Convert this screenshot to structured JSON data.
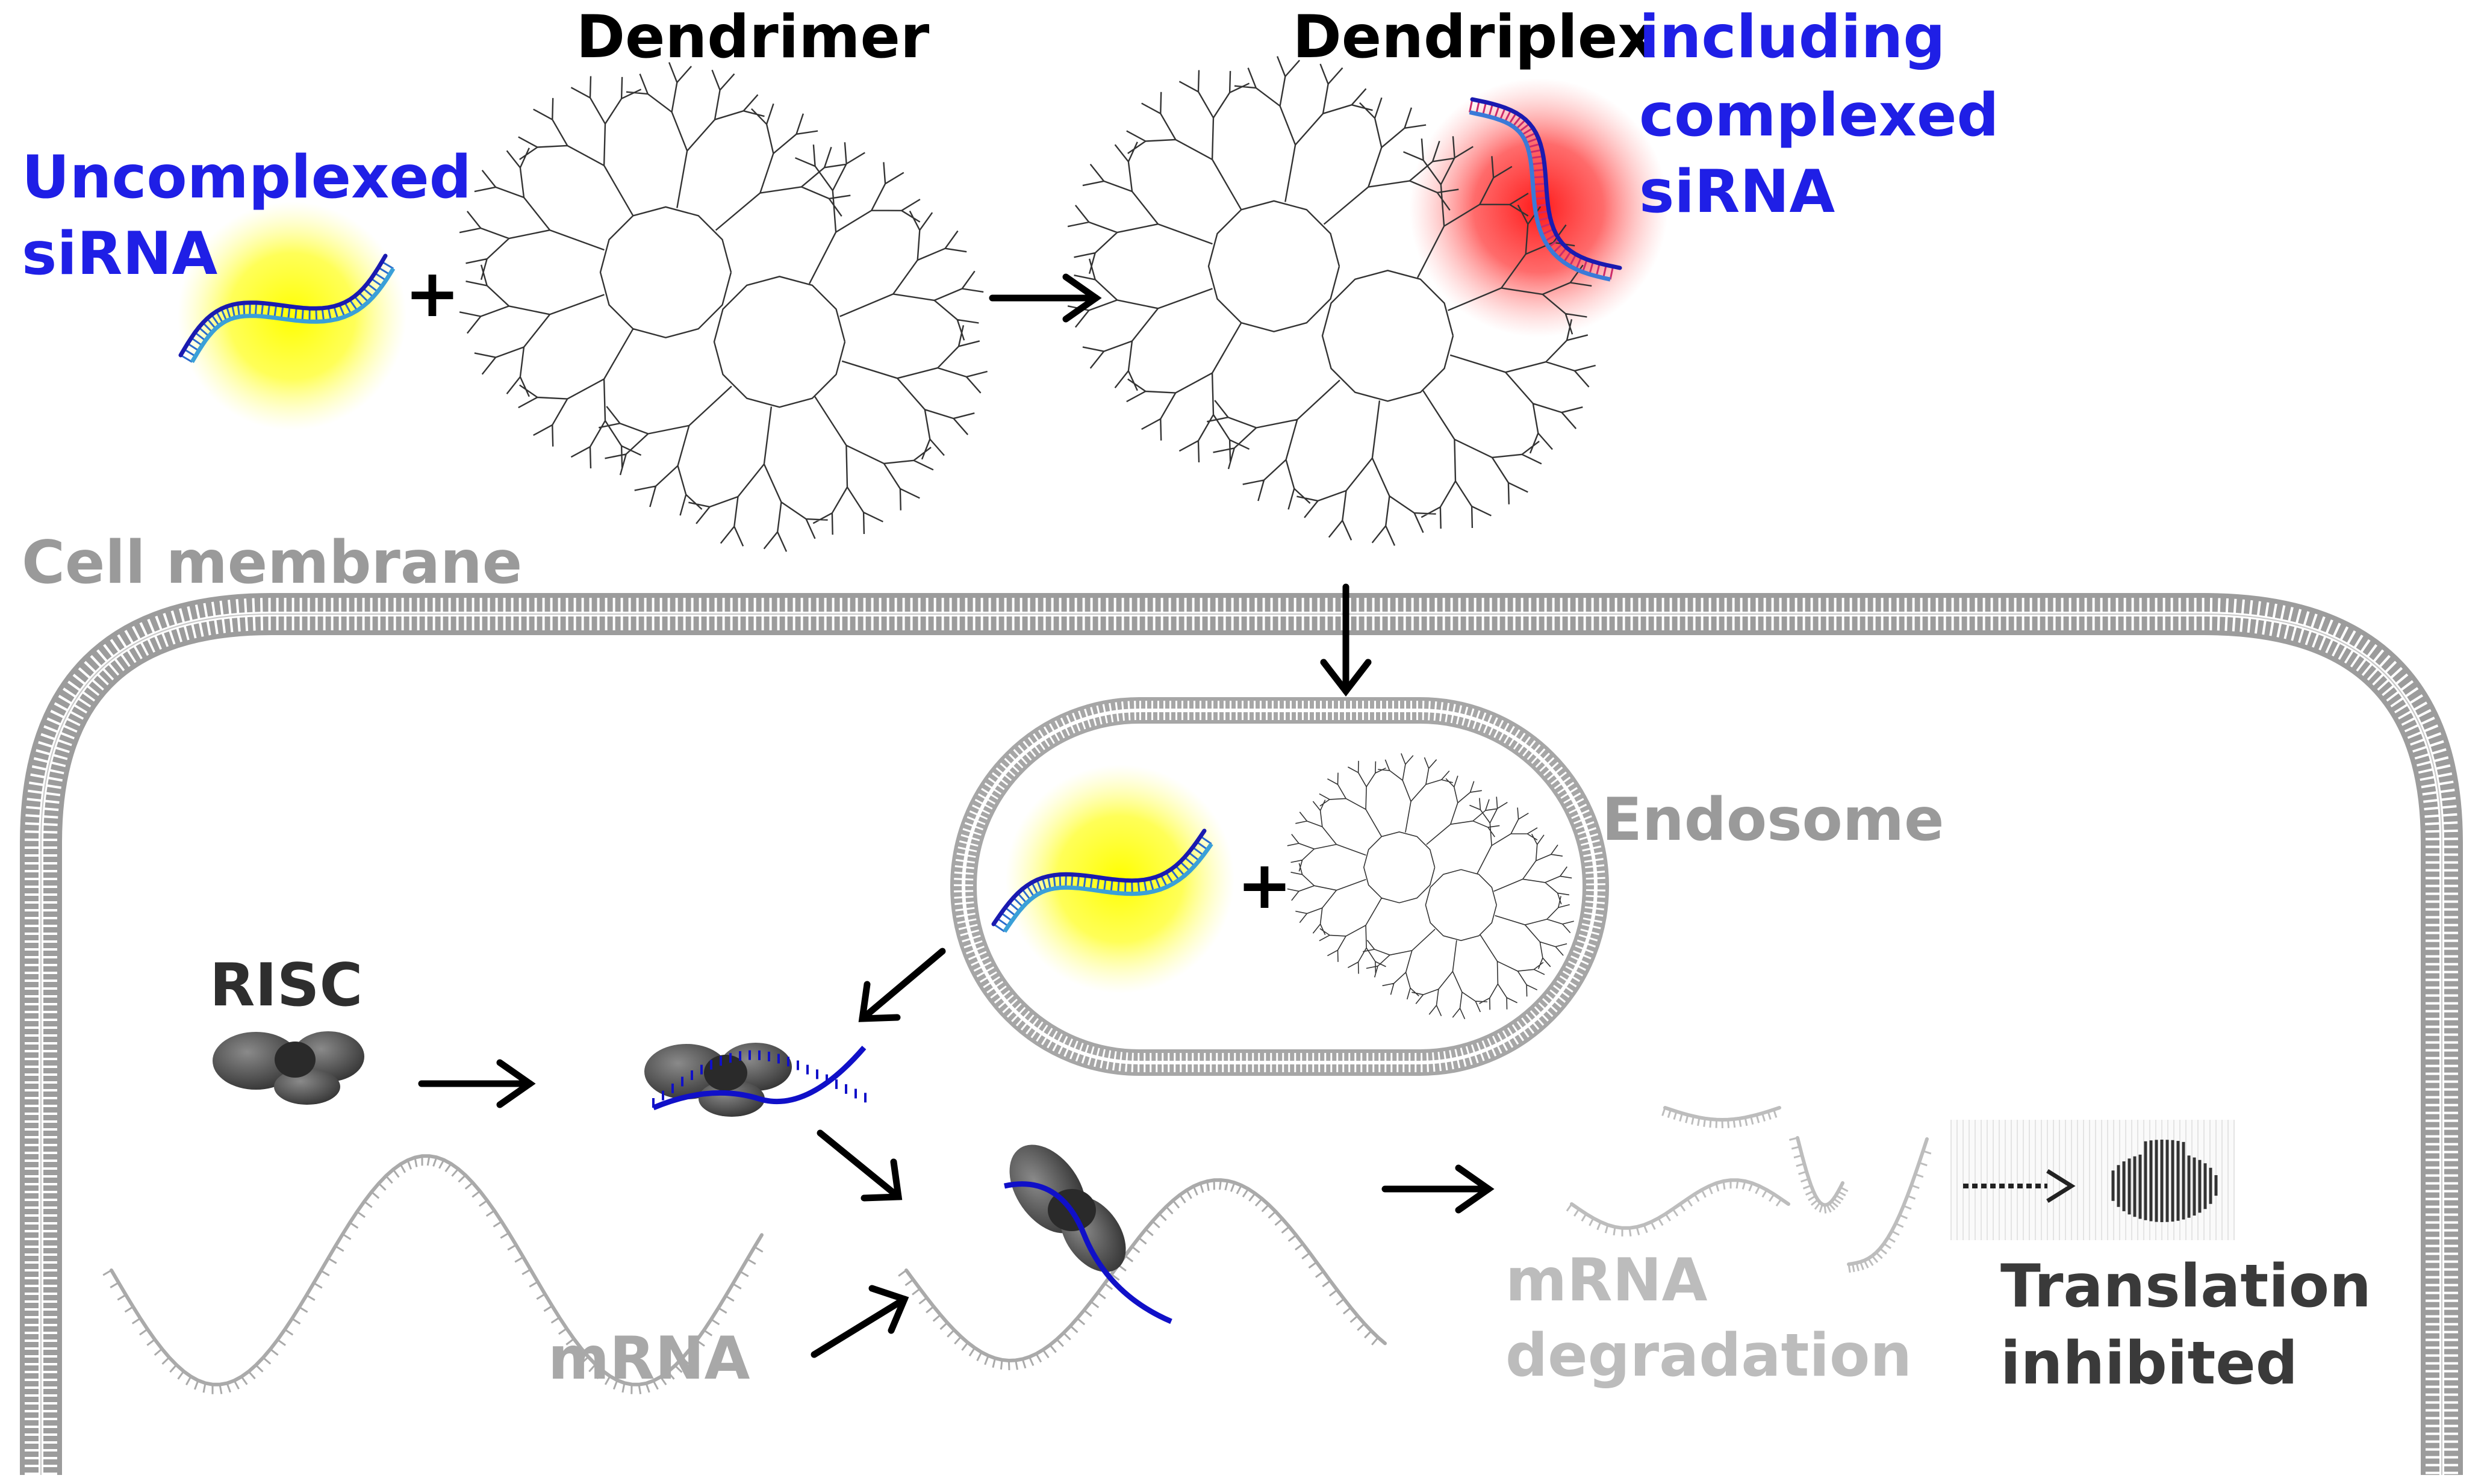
{
  "labels": {
    "dendrimer": "Dendrimer",
    "dendriplex": "Dendriplex",
    "including_complexed_sirna": [
      "including",
      "complexed",
      "siRNA"
    ],
    "uncomplexed_sirna": [
      "Uncomplexed",
      "siRNA"
    ],
    "plus": "+",
    "cell_membrane": "Cell membrane",
    "endosome": "Endosome",
    "risc": "RISC",
    "mrna": "mRNA",
    "mrna_degradation": [
      "mRNA",
      "degradation"
    ],
    "translation_inhibited": [
      "Translation",
      "inhibited"
    ]
  },
  "colors": {
    "black": "#000000",
    "blue_text": "#1f1fe6",
    "gray_text": "#9a9a9a",
    "dark_gray_text": "#3a3a3a",
    "membrane": "#a8a8a8",
    "sirna_blue": "#1010c8",
    "yellow_glow": "#ffff00",
    "red_glow": "#ff2020"
  }
}
